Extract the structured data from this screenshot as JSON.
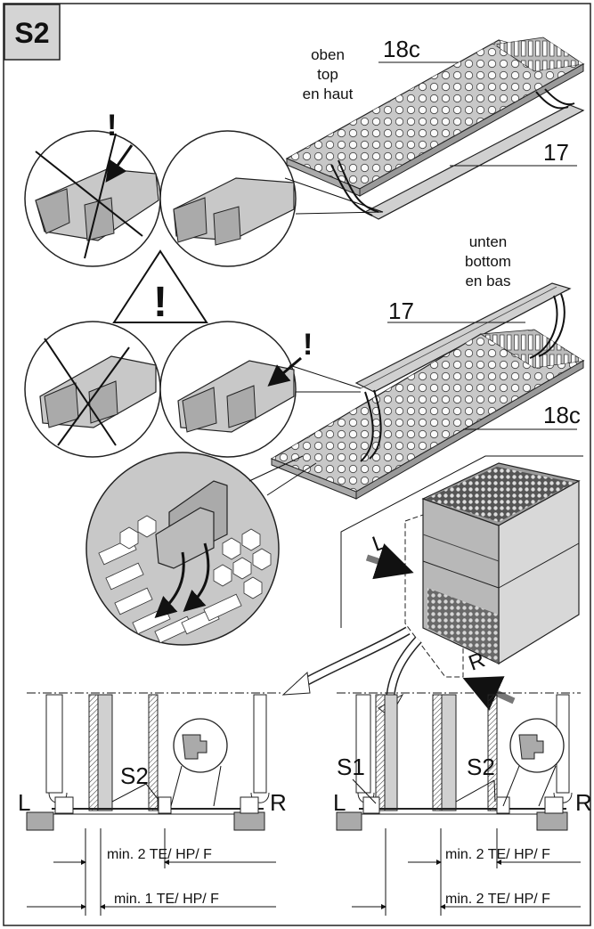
{
  "badge": "S2",
  "top": {
    "position_lines": [
      "oben",
      "top",
      "en haut"
    ],
    "part_18c": "18c",
    "part_17": "17"
  },
  "middle": {
    "position_lines": [
      "unten",
      "bottom",
      "en bas"
    ],
    "part_17": "17",
    "part_18c": "18c"
  },
  "caution": "!",
  "side": {
    "left": "L",
    "right": "R"
  },
  "left_section": {
    "slot": "S2",
    "side_left": "L",
    "side_right": "R",
    "dim_1": "min. 2 TE/ HP/ F",
    "dim_2": "min. 1 TE/ HP/ F"
  },
  "right_section": {
    "slot_a": "S1",
    "slot_b": "S2",
    "side_left": "L",
    "side_right": "R",
    "dim_1": "min. 2 TE/ HP/ F",
    "dim_2": "min. 2 TE/ HP/ F"
  }
}
